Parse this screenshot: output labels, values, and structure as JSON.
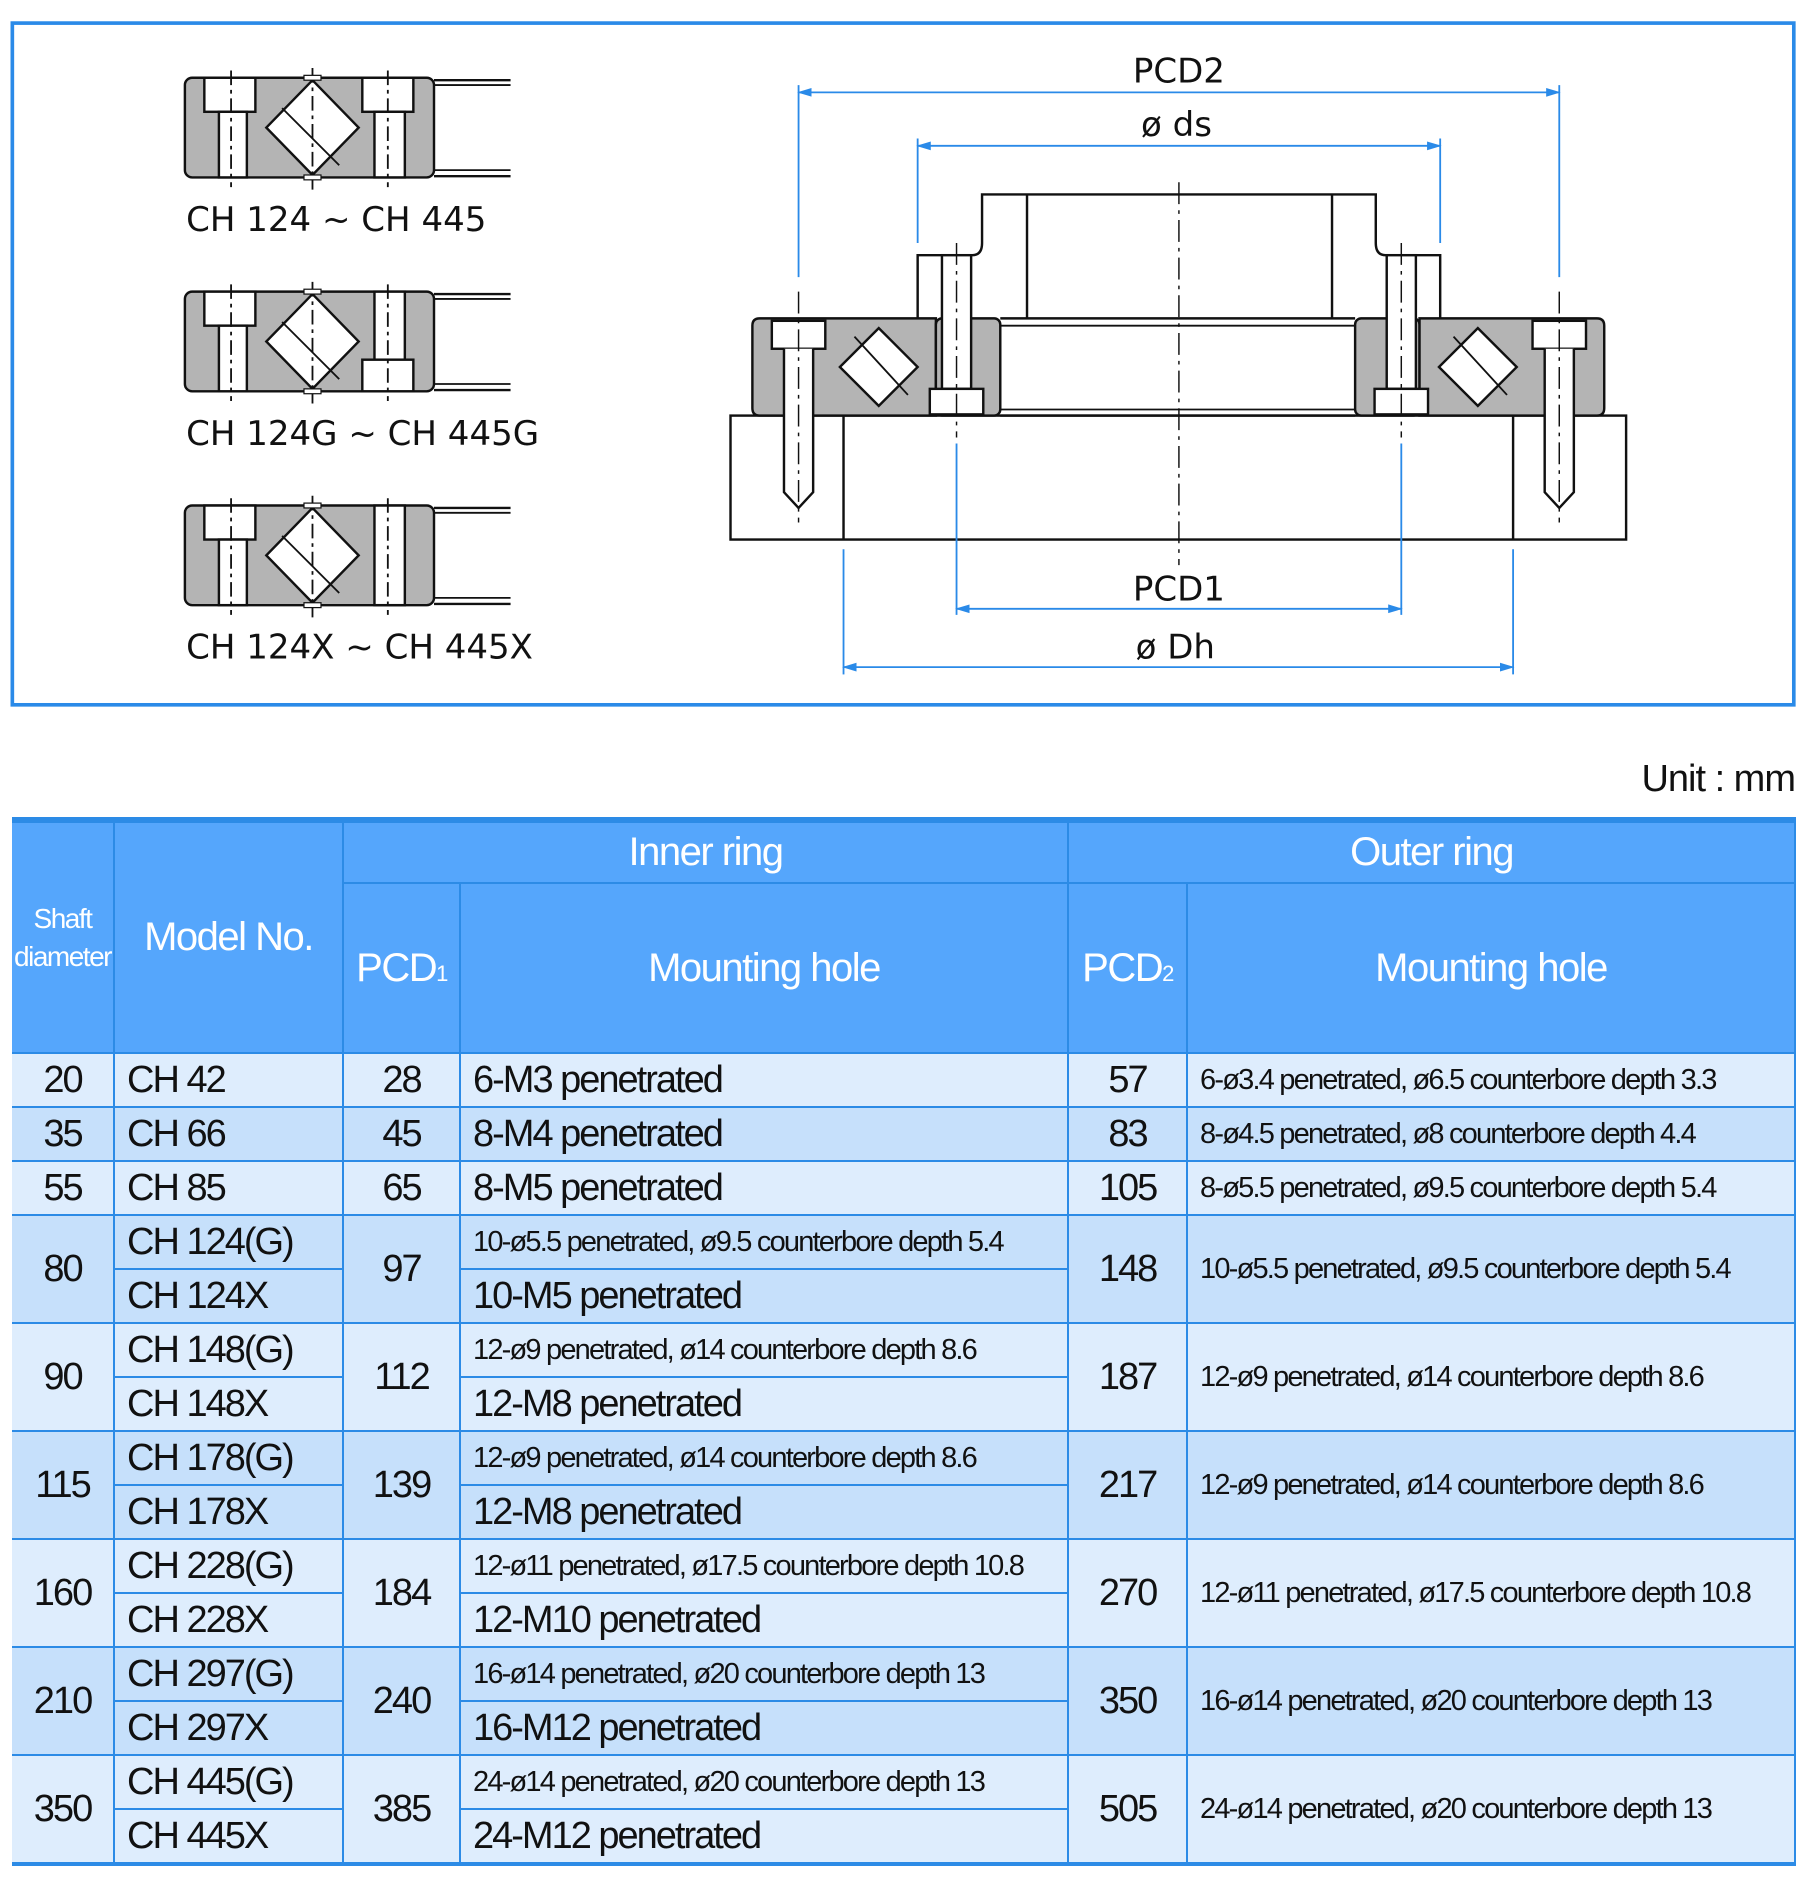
{
  "diagrams": {
    "variants": [
      {
        "label": "CH 124 ~ CH 445"
      },
      {
        "label": "CH 124G ~ CH 445G"
      },
      {
        "label": "CH 124X ~ CH 445X"
      }
    ],
    "dimensions": {
      "pcd2": "PCD2",
      "ds": "ø ds",
      "pcd1": "PCD1",
      "dh": "ø Dh"
    },
    "colors": {
      "frame": "#2a8ae8",
      "dimension": "#2a8ae8",
      "ring": "#b4b4b4"
    }
  },
  "unit_label": "Unit : mm",
  "table": {
    "headers": {
      "shaft_diameter_1": "Shaft",
      "shaft_diameter_2": "diameter",
      "model_no": "Model No.",
      "inner_ring": "Inner ring",
      "outer_ring": "Outer ring",
      "pcd1": "PCD",
      "pcd1_sub": "1",
      "pcd2": "PCD",
      "pcd2_sub": "2",
      "inner_mounting_hole": "Mounting hole",
      "outer_mounting_hole": "Mounting hole"
    },
    "single_rows": [
      {
        "shaft": "20",
        "model": "CH 42",
        "pcd1": "28",
        "inner_hole": "6-M3 penetrated",
        "pcd2": "57",
        "outer_hole": "6-ø3.4 penetrated, ø6.5 counterbore depth 3.3"
      },
      {
        "shaft": "35",
        "model": "CH 66",
        "pcd1": "45",
        "inner_hole": "8-M4 penetrated",
        "pcd2": "83",
        "outer_hole": "8-ø4.5 penetrated, ø8 counterbore depth 4.4"
      },
      {
        "shaft": "55",
        "model": "CH 85",
        "pcd1": "65",
        "inner_hole": "8-M5 penetrated",
        "pcd2": "105",
        "outer_hole": "8-ø5.5 penetrated, ø9.5 counterbore depth 5.4"
      }
    ],
    "double_rows": [
      {
        "shaft": "80",
        "model_g": "CH 124(G)",
        "model_x": "CH 124X",
        "pcd1": "97",
        "inner_hole_g": "10-ø5.5 penetrated, ø9.5 counterbore depth 5.4",
        "inner_hole_x": "10-M5 penetrated",
        "pcd2": "148",
        "outer_hole": "10-ø5.5 penetrated, ø9.5 counterbore depth 5.4"
      },
      {
        "shaft": "90",
        "model_g": "CH 148(G)",
        "model_x": "CH 148X",
        "pcd1": "112",
        "inner_hole_g": "12-ø9 penetrated, ø14 counterbore depth 8.6",
        "inner_hole_x": "12-M8 penetrated",
        "pcd2": "187",
        "outer_hole": "12-ø9 penetrated, ø14 counterbore depth 8.6"
      },
      {
        "shaft": "115",
        "model_g": "CH 178(G)",
        "model_x": "CH 178X",
        "pcd1": "139",
        "inner_hole_g": "12-ø9 penetrated, ø14 counterbore depth 8.6",
        "inner_hole_x": "12-M8 penetrated",
        "pcd2": "217",
        "outer_hole": "12-ø9 penetrated, ø14 counterbore depth 8.6"
      },
      {
        "shaft": "160",
        "model_g": "CH 228(G)",
        "model_x": "CH 228X",
        "pcd1": "184",
        "inner_hole_g": "12-ø11 penetrated, ø17.5 counterbore depth 10.8",
        "inner_hole_x": "12-M10 penetrated",
        "pcd2": "270",
        "outer_hole": "12-ø11 penetrated, ø17.5 counterbore depth 10.8"
      },
      {
        "shaft": "210",
        "model_g": "CH 297(G)",
        "model_x": "CH 297X",
        "pcd1": "240",
        "inner_hole_g": "16-ø14 penetrated, ø20 counterbore depth 13",
        "inner_hole_x": "16-M12 penetrated",
        "pcd2": "350",
        "outer_hole": "16-ø14 penetrated, ø20 counterbore depth 13"
      },
      {
        "shaft": "350",
        "model_g": "CH 445(G)",
        "model_x": "CH 445X",
        "pcd1": "385",
        "inner_hole_g": "24-ø14 penetrated, ø20 counterbore depth 13",
        "inner_hole_x": "24-M12 penetrated",
        "pcd2": "505",
        "outer_hole": "24-ø14 penetrated, ø20 counterbore depth 13"
      }
    ]
  }
}
